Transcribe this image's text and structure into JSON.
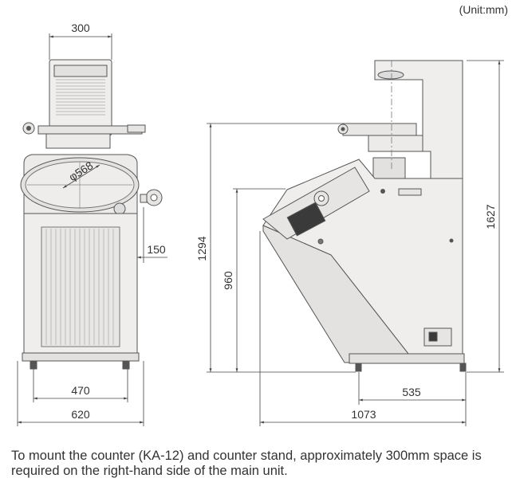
{
  "unit_label": "(Unit:mm)",
  "front_view": {
    "dim_top": "300",
    "dim_screen": "φ568",
    "dim_side": "150",
    "dim_feet": "470",
    "dim_total": "620"
  },
  "side_view": {
    "dim_height_total": "1627",
    "dim_height_stage": "1294",
    "dim_height_console": "960",
    "dim_base": "535",
    "dim_total": "1073"
  },
  "caption": "To mount the counter (KA-12) and counter stand, approximately 300mm space is required on the right-hand side of the main unit.",
  "colors": {
    "line": "#555555",
    "body": "#f0efee",
    "shade": "#d9d8d6",
    "dark": "#3a3a3a"
  }
}
